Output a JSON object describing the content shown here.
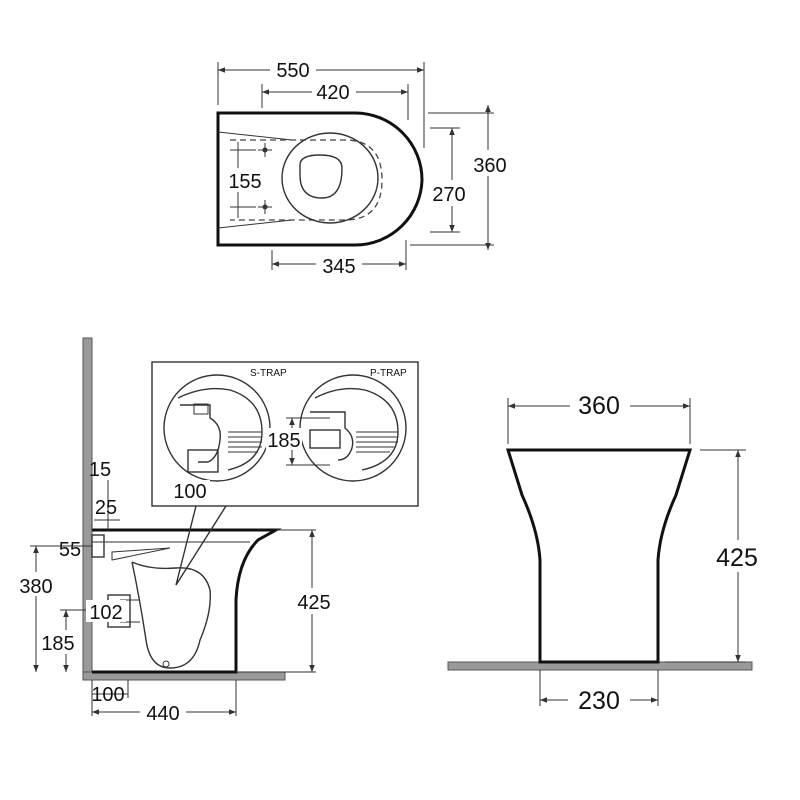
{
  "top_view": {
    "overall_length": "550",
    "inner_length": "420",
    "overall_width": "360",
    "inner_width": "270",
    "fixing_spacing": "155",
    "base_length": "345"
  },
  "side_view": {
    "inset": {
      "s_trap_label": "S-TRAP",
      "p_trap_label": "P-TRAP",
      "trap_height": "185",
      "outlet_diameter": "100"
    },
    "dim_15": "15",
    "dim_25": "25",
    "dim_55": "55",
    "dim_380": "380",
    "dim_102": "102",
    "dim_185": "185",
    "dim_425": "425",
    "dim_100": "100",
    "dim_440": "440"
  },
  "front_view": {
    "top_width": "360",
    "height": "425",
    "base_width": "230"
  }
}
